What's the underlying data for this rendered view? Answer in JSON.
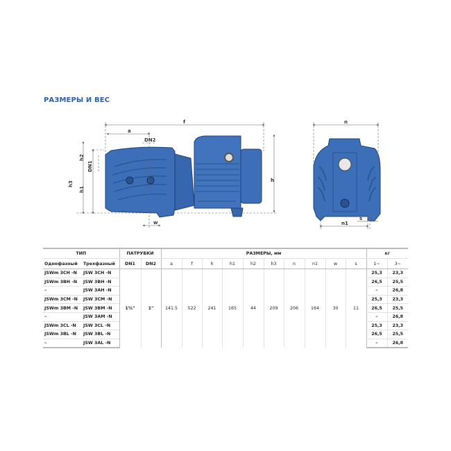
{
  "title": "РАЗМЕРЫ И ВЕС",
  "drawing_labels": {
    "side": {
      "f": "f",
      "a": "a",
      "dn2": "DN2",
      "dn1": "DN1",
      "h2": "h2",
      "h1": "h1",
      "h3": "h3",
      "h": "h",
      "w": "w"
    },
    "front": {
      "n": "n",
      "n1": "n1",
      "s": "s"
    }
  },
  "colors": {
    "pump_blue": "#3d6fb8",
    "pump_dark": "#1f3f75",
    "title_blue": "#2b5fa8"
  },
  "table": {
    "group_headers": {
      "type": "ТИП",
      "ports": "ПАТРУБКИ",
      "dims": "РАЗМЕРЫ, мм",
      "weight": "кг"
    },
    "columns": [
      "Однофазный",
      "Трехфазный",
      "DN1",
      "DN2",
      "a",
      "f",
      "h",
      "h1",
      "h2",
      "h3",
      "n",
      "n1",
      "w",
      "s",
      "1~",
      "3~"
    ],
    "rows": [
      {
        "single": "JSWm 3CH  -N",
        "three": "JSW 3CH  -N",
        "w1": "25,3",
        "w3": "23,3"
      },
      {
        "single": "JSWm 3BH  -N",
        "three": "JSW 3BH  -N",
        "w1": "26,5",
        "w3": "25,5"
      },
      {
        "single": "–",
        "three": "JSW 3AH -N",
        "w1": "–",
        "w3": "26,8"
      },
      {
        "single": "JSWm 3CM -N",
        "three": "JSW 3CM -N",
        "w1": "25,3",
        "w3": "23,3"
      },
      {
        "single": "JSWm 3BM -N",
        "three": "JSW 3BM -N",
        "w1": "26,5",
        "w3": "25,5"
      },
      {
        "single": "–",
        "three": "JSW 3AM -N",
        "w1": "–",
        "w3": "26,8"
      },
      {
        "single": "JSWm 3CL  -N",
        "three": "JSW 3CL  -N",
        "w1": "25,3",
        "w3": "23,3"
      },
      {
        "single": "JSWm 3BL  -N",
        "three": "JSW 3BL  -N",
        "w1": "26,5",
        "w3": "25,5"
      },
      {
        "single": "–",
        "three": "JSW 3AL  -N",
        "w1": "–",
        "w3": "26,8"
      }
    ],
    "shared": {
      "dn1": "1¼\"",
      "dn2": "1\"",
      "a": "141.5",
      "f": "522",
      "h": "241",
      "h1": "165",
      "h2": "44",
      "h3": "209",
      "n": "206",
      "n1": "164",
      "w": "30",
      "s": "11"
    }
  }
}
